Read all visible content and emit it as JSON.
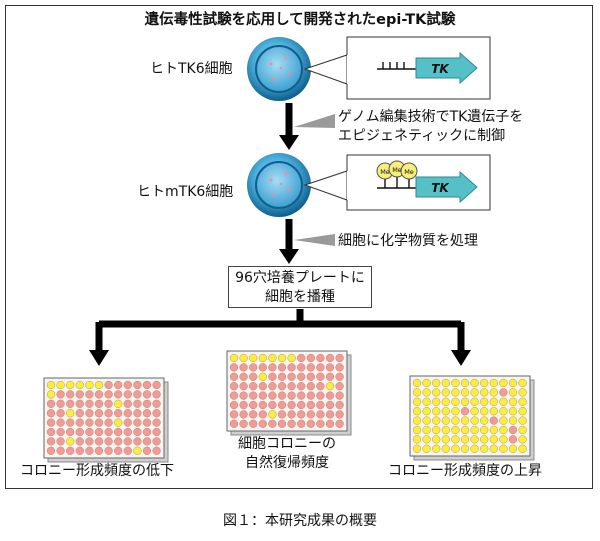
{
  "title": "遺伝毒性試験を応用して開発されたepi-TK試験",
  "cells": {
    "tk6_label": "ヒトTK6細胞",
    "mtk6_label": "ヒトmTK6細胞"
  },
  "gene_boxes": {
    "tk_label": "TK",
    "me_label": "Me"
  },
  "steps": {
    "step1": [
      "ゲノム編集技術でTK遺伝子を",
      "エピジェネティックに制御"
    ],
    "step2": "細胞に化学物質を処理"
  },
  "plate_box": [
    "96穴培養プレートに",
    "細胞を播種"
  ],
  "outcomes": {
    "left": "コロニー形成頻度の低下",
    "middle": [
      "細胞コロニーの",
      "自然復帰頻度"
    ],
    "right": "コロニー形成頻度の上昇"
  },
  "caption": "図１：本研究成果の概要",
  "colors": {
    "cell_outer": "#0e5f8c",
    "cell_inner": "#6fc3ea",
    "arrow_teal": "#55c0c8",
    "well_pink": "#f09a9a",
    "well_yellow": "#f7ef3c",
    "me_yellow": "#f7ef7a"
  },
  "plates": {
    "left": {
      "yellow_wells": [
        0,
        1,
        2,
        3,
        4,
        5,
        12,
        31,
        38,
        55,
        74,
        93
      ]
    },
    "middle": {
      "yellow_wells": [
        0,
        1,
        2,
        3,
        4,
        5,
        6,
        27,
        46,
        76
      ]
    },
    "right": {
      "pink_wells": [
        21,
        41,
        56,
        70,
        82
      ]
    }
  }
}
